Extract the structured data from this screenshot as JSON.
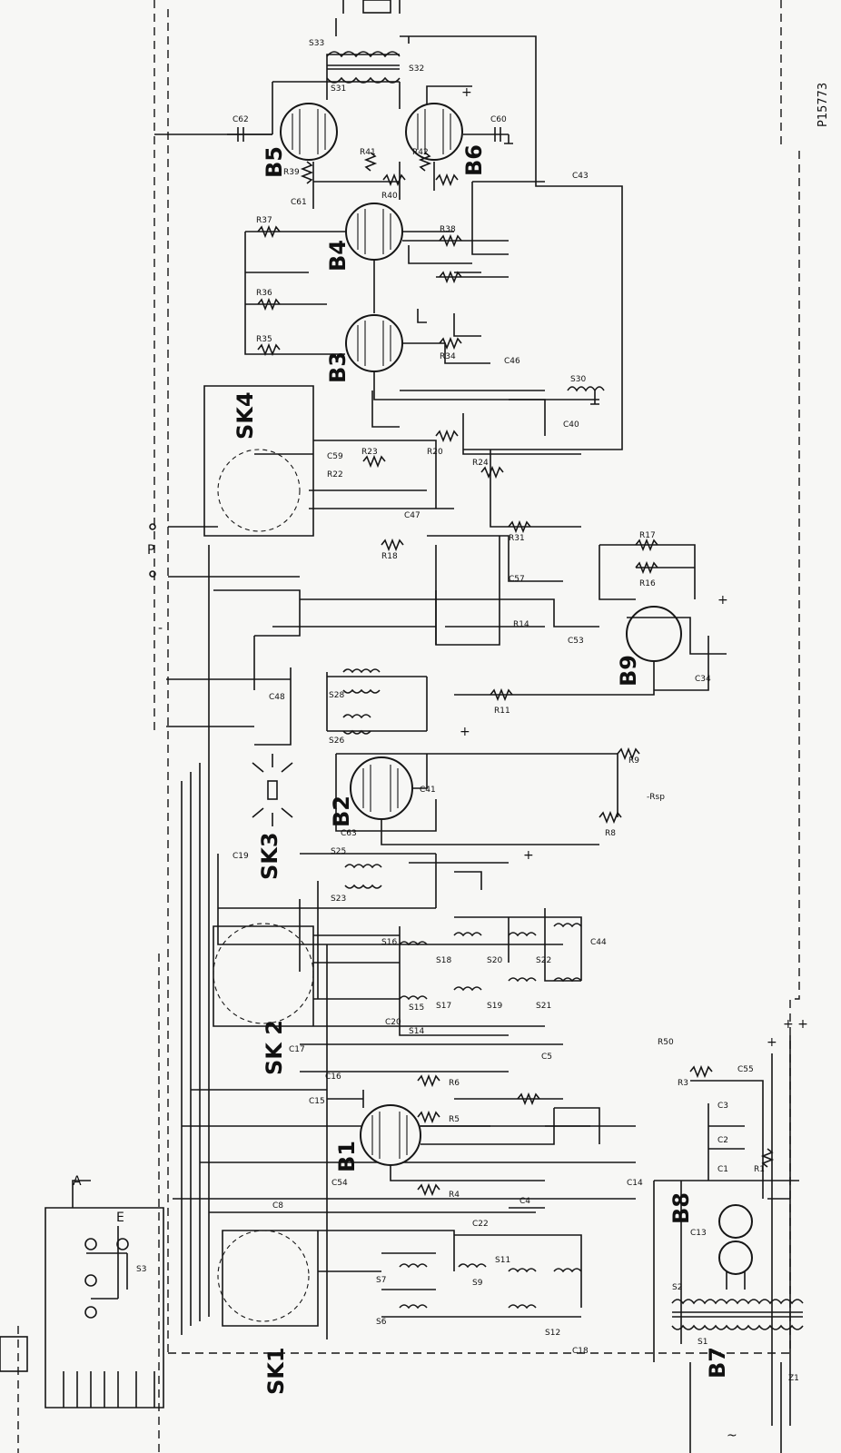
{
  "reference": "P15773",
  "tubes": [
    {
      "label": "B1"
    },
    {
      "label": "B2"
    },
    {
      "label": "B3"
    },
    {
      "label": "B4"
    },
    {
      "label": "B5"
    },
    {
      "label": "B6"
    },
    {
      "label": "B7"
    },
    {
      "label": "B8"
    },
    {
      "label": "B9"
    }
  ],
  "switches": [
    {
      "label": "SK1"
    },
    {
      "label": "SK 2"
    },
    {
      "label": "SK3"
    },
    {
      "label": "SK4"
    }
  ],
  "component_labels": {
    "c62": "C62",
    "c60": "C60",
    "c61": "C61",
    "c43": "C43",
    "r39": "R39",
    "r41": "R41",
    "r42": "R42",
    "r40": "R40",
    "s33": "S33",
    "s31": "S31",
    "s32": "S32",
    "r37": "R37",
    "r36": "R36",
    "r35": "R35",
    "r38": "R38",
    "r34": "R34",
    "s30": "S30",
    "c40": "C40",
    "c46": "C46",
    "c59": "C59",
    "r23": "R23",
    "r22": "R22",
    "r20": "R20",
    "r24": "R24",
    "c47": "C47",
    "r18": "R18",
    "r31": "R31",
    "c57": "C57",
    "r14": "R14",
    "c53": "C53",
    "c48": "C48",
    "r11": "R11",
    "r17": "R17",
    "r16": "R16",
    "c34": "C34",
    "s28": "S28",
    "s26": "S26",
    "s25": "S25",
    "s23": "S23",
    "c19": "C19",
    "c63": "C63",
    "c41": "C41",
    "r9": "R9",
    "r8": "R8",
    "s16": "S16",
    "s15": "S15",
    "s14": "S14",
    "s18": "S18",
    "s17": "S17",
    "s20": "S20",
    "s19": "S19",
    "s22": "S22",
    "s21": "S21",
    "c20": "C20",
    "c44": "C44",
    "c17": "C17",
    "c5": "C5",
    "c15": "C15",
    "c16": "C16",
    "r6": "R6",
    "r5": "R5",
    "r4": "R4",
    "c54": "C54",
    "c14": "C14",
    "c8": "C8",
    "c4": "C4",
    "c22": "C22",
    "s7": "S7",
    "s6": "S6",
    "s9": "S9",
    "s11": "S11",
    "s12": "S12",
    "c18": "C18",
    "s3": "S3",
    "r3": "R3",
    "c3": "C3",
    "c2": "C2",
    "c1": "C1",
    "r1": "R1",
    "c55": "C55",
    "r50": "R50",
    "s2": "S2",
    "s1": "S1",
    "c13": "C13",
    "z1": "Z1",
    "rsp": "-Rsp"
  },
  "terminals": {
    "antenna": "A",
    "earth": "E",
    "pickup": "P",
    "plus": "+",
    "plusplus": "+ +",
    "minus": "-",
    "ac": "~"
  },
  "colors": {
    "ink": "#161616",
    "paper": "#f7f7f5"
  }
}
